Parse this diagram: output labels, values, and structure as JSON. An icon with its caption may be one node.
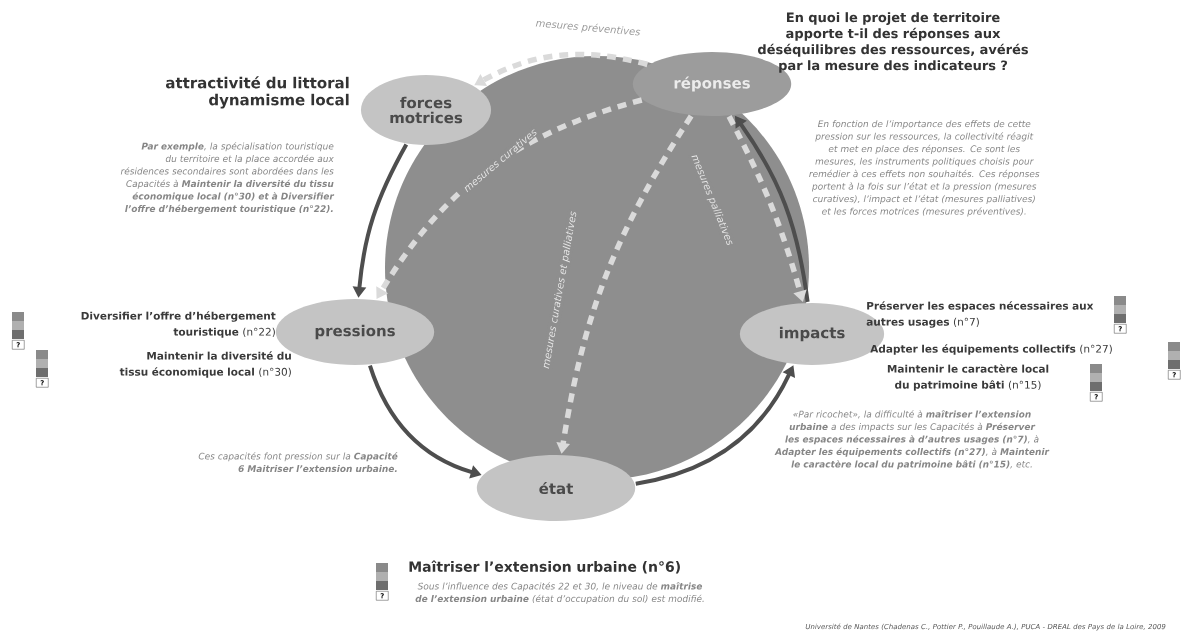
{
  "diagram": {
    "nodes": [
      {
        "text": [
          "forces motrices"
        ]
      },
      {
        "text": [
          "réponses"
        ]
      },
      {
        "text": [
          "pressions"
        ]
      },
      {
        "text": [
          "impacts"
        ]
      },
      {
        "text": [
          "état"
        ]
      }
    ],
    "edges": [
      {
        "from": 0,
        "to": 2,
        "arrow": "to"
      },
      {
        "from": 2,
        "to": 4,
        "arrow": "to"
      },
      {
        "from": 4,
        "to": 3,
        "arrow": "to"
      },
      {
        "from": 3,
        "to": 1,
        "arrow": "to"
      },
      {
        "from": 1,
        "to": 0,
        "arrow": "to",
        "label": "mesures préventives",
        "style": "dashed",
        "color": "#dadada"
      },
      {
        "from": 1,
        "to": 2,
        "arrow": "to",
        "label": "mesures curatives",
        "style": "dashed",
        "color": "#dadada"
      },
      {
        "from": 1,
        "to": 4,
        "arrow": "to",
        "label": "mesures curatives et palliatives",
        "style": "dashed",
        "color": "#dadada"
      },
      {
        "from": 1,
        "to": 3,
        "arrow": "to",
        "label": "mesures palliatives",
        "style": "dashed",
        "color": "#dadada"
      }
    ],
    "labels": [
      "attractivité du littoral dynamisme local",
      "**Par exemple**, la spécialisation touristique du territoire et la place accordée aux résidences secondaires sont abordées dans les Capacités à **Maintenir la diversité du tissu économique local (n°30) et à Diversifier l’offre d’hébergement touristique (n°22).**",
      "En quoi le projet de territoire apporte t-il des réponses aux déséquilibres des ressources, avérés par la mesure des indicateurs ?",
      "En fonction de l’importance des effets de cette pression sur les ressources, la collectivité réagit et met en place des réponses. Ce sont les mesures, les instruments politiques choisis pour remédier à ces effets non souhaités. Ces réponses portent à la fois sur l’état et la pression (mesures curatives), l’impact et l’état (mesures palliatives) et les forces motrices (mesures préventives).",
      "**Diversifier l’offre d’hébergement touristique** (n°22)",
      "?",
      "**Maintenir la diversité du tissu économique local** (n°30)",
      "?",
      "**Préserver les espaces nécessaires aux autres usages** (n°7)",
      "?",
      "**Adapter les équipements collectifs** (n°27)",
      "?",
      "**Maintenir le caractère local du patrimoine bâti** (n°15)",
      "?",
      "Ces capacités font pression sur la **Capacité 6 Maitriser l’extension urbaine.**",
      "«Par ricochet», la difficulté à **maîtriser l’extension urbaine** a des impacts sur les Capacités à **Préserver les espaces nécessaires à d’autres usages (n°7)**, à **Adapter les équipements collectifs (n°27)**, à **Maintenir le caractère local du patrimoine bâti (n°15)**, etc.",
      "Maîtriser l’extension urbaine (n°6)",
      "?",
      "Sous l’influence des Capacités 22 et 30, le niveau de **maîtrise de l’extension urbaine** (état d’occupation du sol) est modifié.",
      "Université de Nantes (Chadenas C., Pottier P., Pouillaude A.), PUCA - DREAL des Pays de la Loire, 2009"
    ]
  }
}
